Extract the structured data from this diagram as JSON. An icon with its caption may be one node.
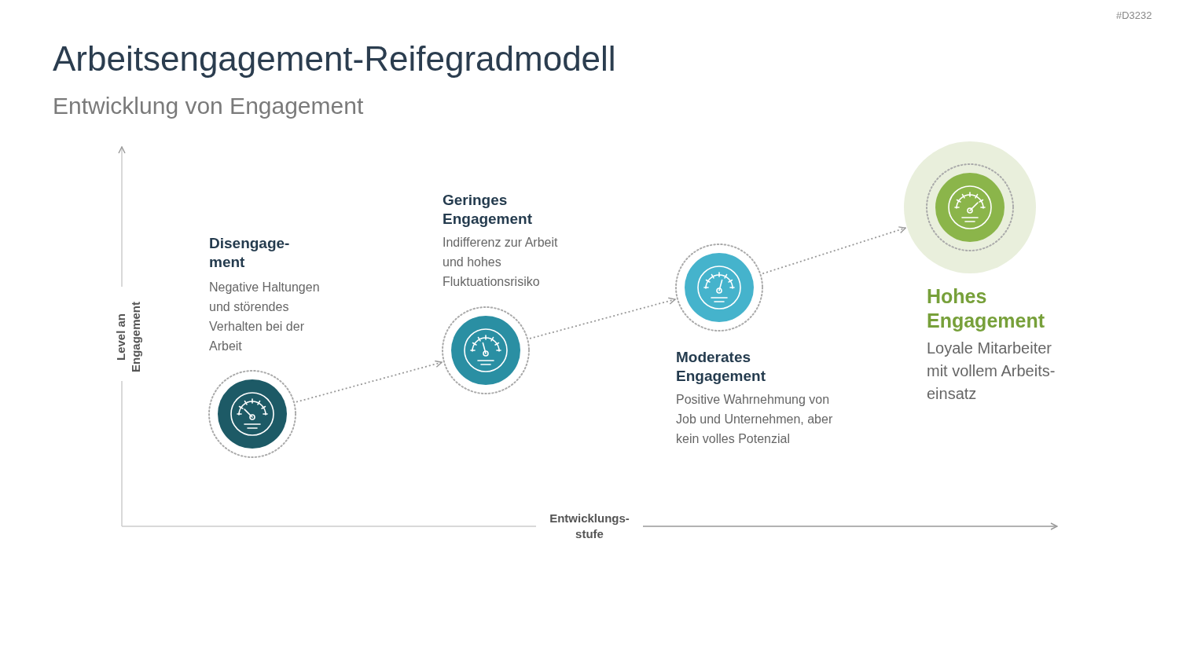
{
  "diagram": {
    "title": "Arbeitsengagement-Reifegradmodell",
    "nodes": [
      {
        "text": [],
        "shape": "circle",
        "beside": [
          "Disengage- ment",
          "Negative Haltungen und störendes Verhalten bei der Arbeit"
        ]
      },
      {
        "text": [],
        "shape": "circle",
        "beside": [
          "Geringes Engagement",
          "Indifferenz zur Arbeit und hohes Fluktuationsrisiko"
        ]
      },
      {
        "text": [],
        "shape": "circle",
        "beside": [
          "Moderates Engagement",
          "Positive Wahrnehmung von Job und Unternehmen, aber kein volles Potenzial"
        ]
      },
      {
        "text": [],
        "shape": "circle",
        "beside": [
          "Hohes Engagement",
          "Loyale Mitarbeiter mit vollem Arbeits- einsatz"
        ]
      }
    ],
    "edges": [
      {
        "from": 0,
        "to": 1,
        "arrow": "to",
        "style": "dashed"
      },
      {
        "from": 1,
        "to": 2,
        "arrow": "to",
        "style": "dashed"
      },
      {
        "from": 2,
        "to": 3,
        "arrow": "to",
        "style": "dashed"
      }
    ],
    "labels": [
      "#D3232",
      "Entwicklung von Engagement",
      "Level an Engagement",
      "Entwicklungs- stufe"
    ]
  }
}
